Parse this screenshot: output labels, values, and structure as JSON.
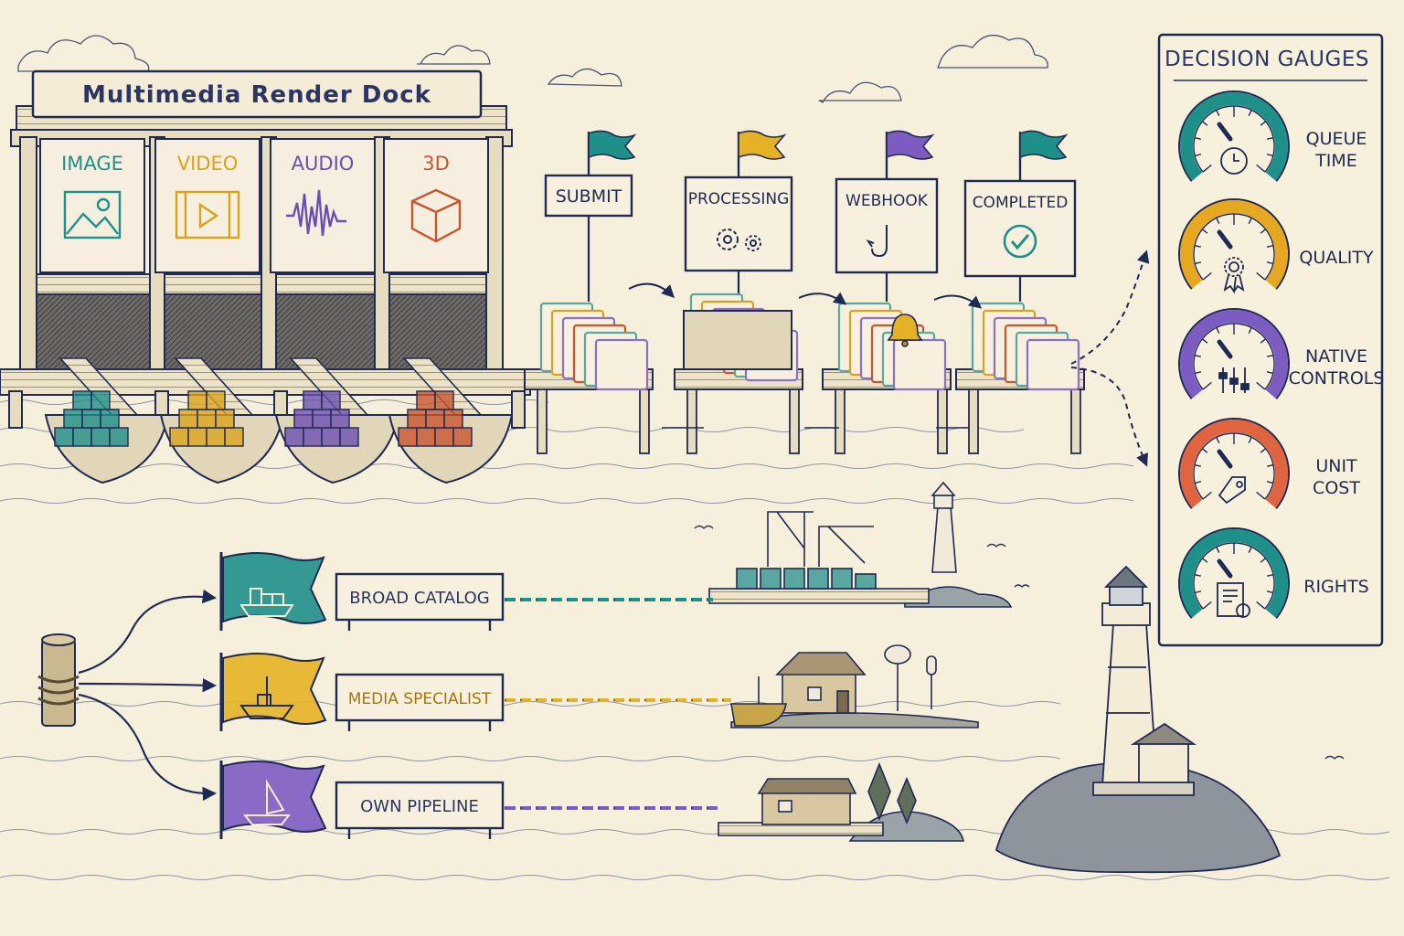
{
  "dock": {
    "title": "Multimedia Render Dock",
    "bays": [
      {
        "label": "IMAGE",
        "color": "#1f8f8a",
        "icon": "image-icon"
      },
      {
        "label": "VIDEO",
        "color": "#d9a21b",
        "icon": "video-icon"
      },
      {
        "label": "AUDIO",
        "color": "#6b4fb0",
        "icon": "waveform-icon"
      },
      {
        "label": "3D",
        "color": "#c8552e",
        "icon": "cube-icon"
      }
    ]
  },
  "pipeline": {
    "stages": [
      {
        "label": "SUBMIT",
        "flag_color": "#1f8f8a",
        "icon": ""
      },
      {
        "label": "PROCESSING",
        "flag_color": "#e6b225",
        "icon": "gears-icon"
      },
      {
        "label": "WEBHOOK",
        "flag_color": "#7d5cc2",
        "icon": "hook-icon"
      },
      {
        "label": "COMPLETED",
        "flag_color": "#1f8f8a",
        "icon": "checkmark-icon"
      }
    ]
  },
  "gauges": {
    "title": "DECISION GAUGES",
    "items": [
      {
        "label_lines": [
          "QUEUE",
          "TIME"
        ],
        "color": "#1f8f8a",
        "icon": "clock-icon"
      },
      {
        "label_lines": [
          "QUALITY"
        ],
        "color": "#e6a820",
        "icon": "award-ribbon-icon"
      },
      {
        "label_lines": [
          "NATIVE",
          "CONTROLS"
        ],
        "color": "#7d5cc2",
        "icon": "sliders-icon"
      },
      {
        "label_lines": [
          "UNIT",
          "COST"
        ],
        "color": "#e0643f",
        "icon": "price-tag-icon"
      },
      {
        "label_lines": [
          "RIGHTS"
        ],
        "color": "#1f8f8a",
        "icon": "certificate-icon"
      }
    ]
  },
  "routes": [
    {
      "label": "BROAD CATALOG",
      "color": "#1f8f8a",
      "flag_icon": "container-ship-icon",
      "destination": "container-port"
    },
    {
      "label": "MEDIA SPECIALIST",
      "color": "#e6b225",
      "flag_icon": "fishing-boat-icon",
      "destination": "harbor-house"
    },
    {
      "label": "OWN PIPELINE",
      "color": "#7d5cc2",
      "flag_icon": "sailboat-icon",
      "destination": "private-cabin"
    }
  ]
}
